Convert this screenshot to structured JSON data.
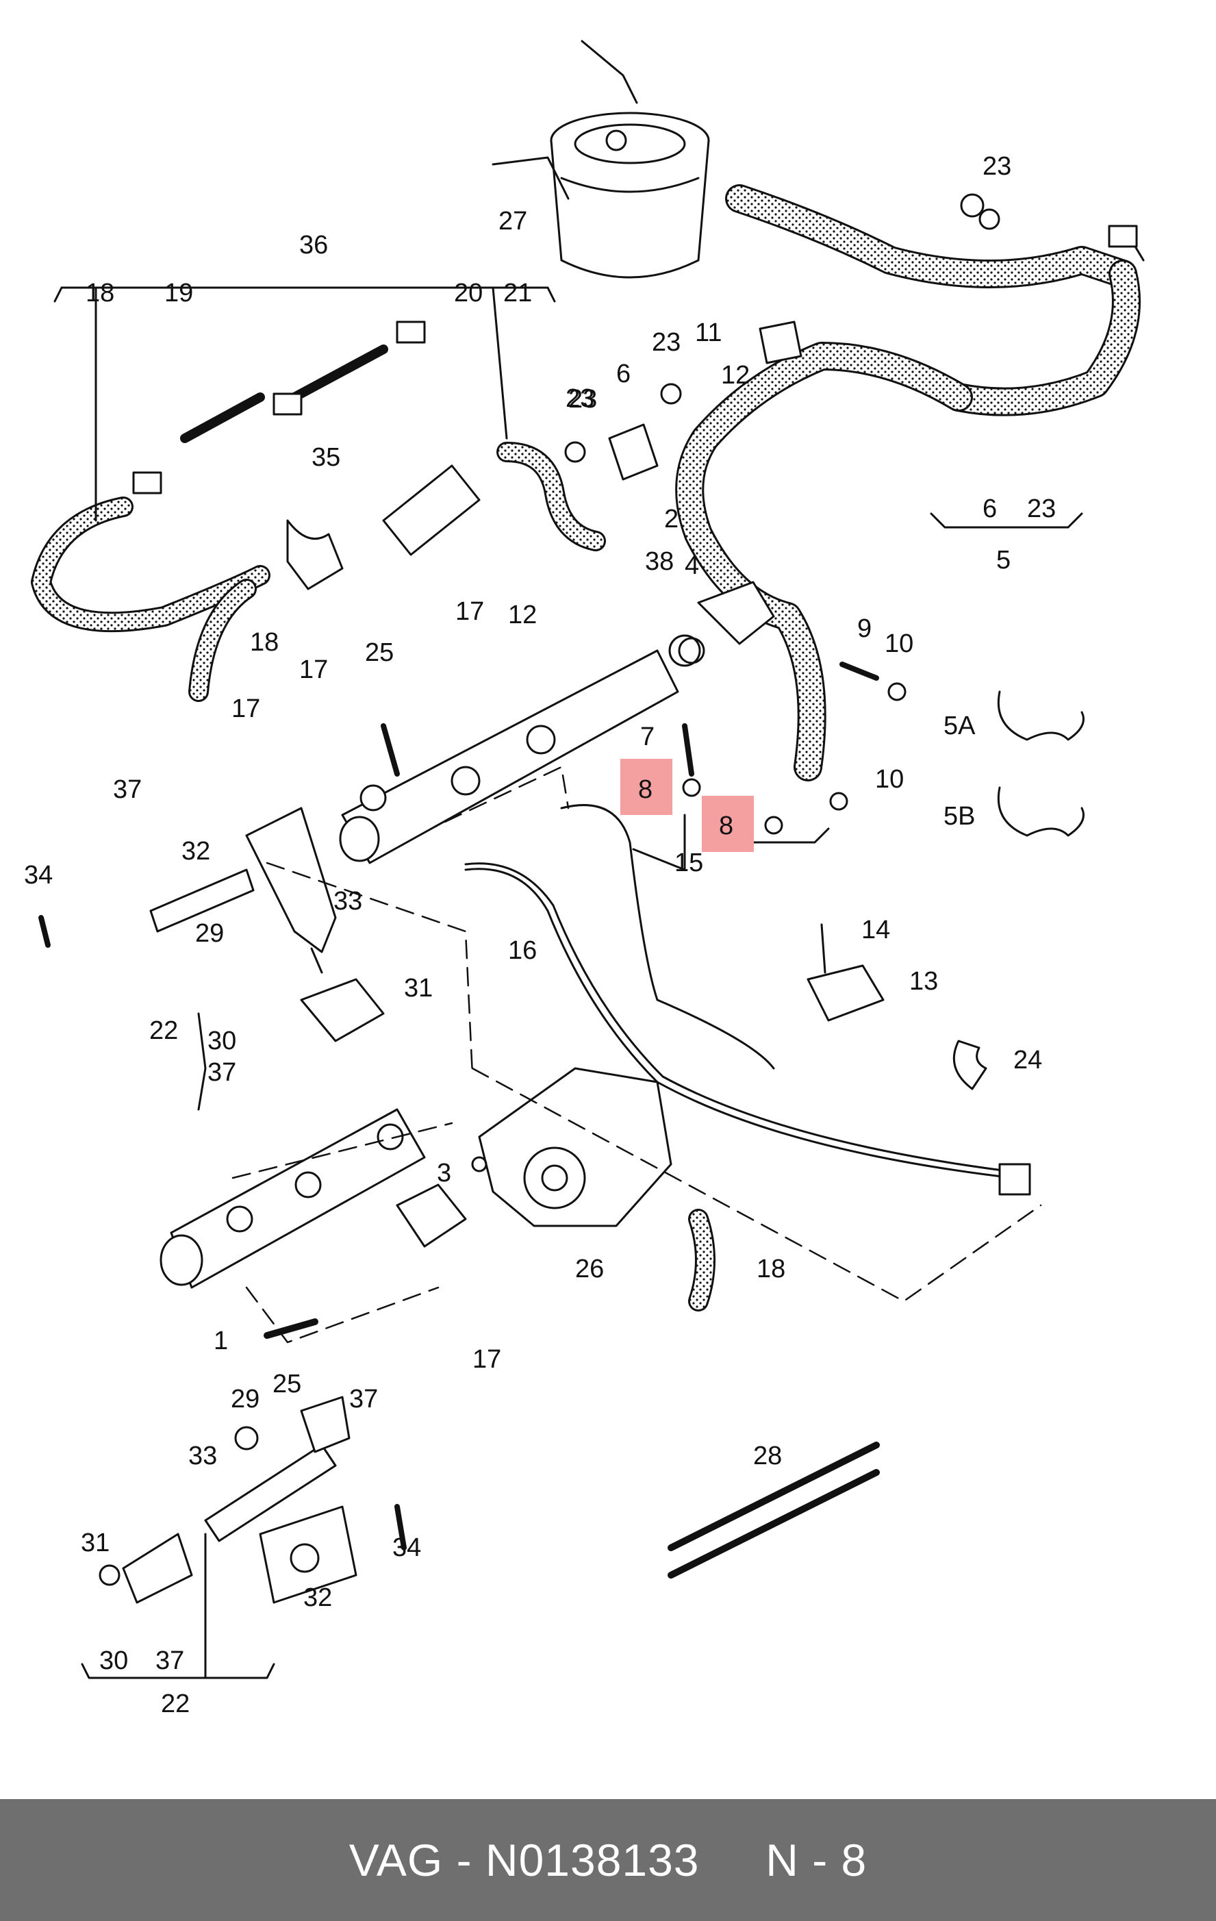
{
  "colors": {
    "highlight": "#f4a0a0",
    "footer_bg": "#6f6f6f",
    "footer_text": "#ffffff",
    "line": "#111111"
  },
  "diagram": {
    "callouts": [
      "1",
      "2",
      "3",
      "4",
      "5",
      "5A",
      "5B",
      "6",
      "7",
      "8",
      "8",
      "10",
      "10",
      "11",
      "12",
      "12",
      "13",
      "14",
      "15",
      "16",
      "17",
      "17",
      "17",
      "17",
      "18",
      "18",
      "18",
      "19",
      "20",
      "21",
      "22",
      "22",
      "23",
      "23",
      "23",
      "23",
      "24",
      "25",
      "25",
      "26",
      "27",
      "28",
      "29",
      "29",
      "30",
      "30",
      "31",
      "31",
      "32",
      "32",
      "33",
      "33",
      "34",
      "34",
      "35",
      "36",
      "37",
      "37",
      "37",
      "37",
      "38",
      "9",
      "6",
      "23"
    ],
    "highlighted_part": "8"
  },
  "footer": {
    "brand": "VAG",
    "separator": " - ",
    "part_number": "N0138133",
    "gap": "     ",
    "ref_label": "N - 8"
  }
}
